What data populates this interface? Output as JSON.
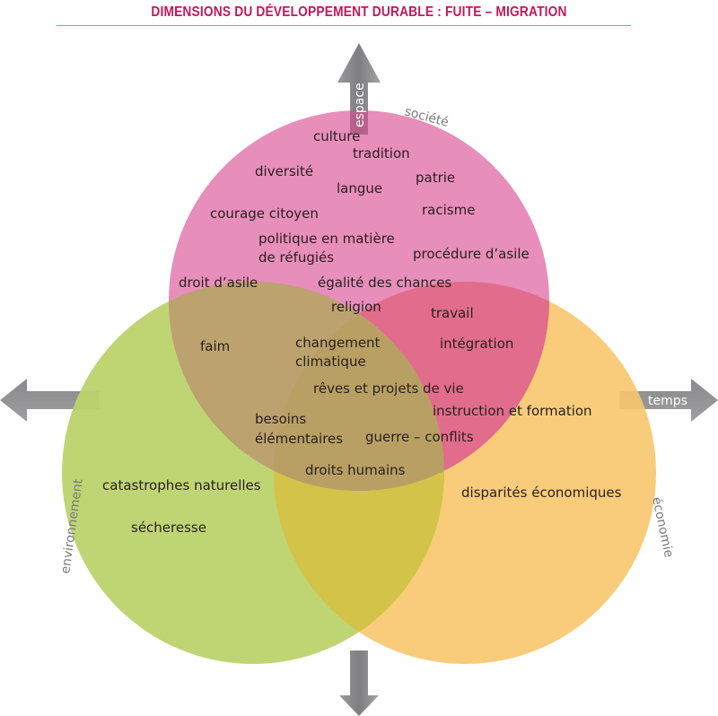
{
  "title": "DIMENSIONS DU DÉVELOPPEMENT DURABLE : FUITE – MIGRATION",
  "colors": {
    "title": "#c2185b",
    "society": "#e07fb0",
    "environment": "#bcd36d",
    "economy": "#f7c66b",
    "arrow": "#8f8f91"
  },
  "axes": {
    "up": "espace",
    "right": "temps",
    "left": "",
    "down": ""
  },
  "dimensions": {
    "society": "société",
    "environment": "environnement",
    "economy": "économie"
  },
  "terms": {
    "society": [
      "culture",
      "tradition",
      "diversité",
      "patrie",
      "langue",
      "courage citoyen",
      "racisme",
      "politique en matière",
      "de réfugiés",
      "procédure d’asile",
      "droit d’asile",
      "égalité des chances",
      "religion"
    ],
    "society_economy": [
      "travail",
      "intégration",
      "instruction et formation"
    ],
    "society_environment": [
      "faim",
      "changement",
      "climatique"
    ],
    "center": [
      "rêves et projets de vie",
      "besoins",
      "élémentaires",
      "guerre – conflits",
      "droits humains"
    ],
    "environment": [
      "catastrophes naturelles",
      "sécheresse"
    ],
    "economy": [
      "disparités économiques"
    ]
  }
}
